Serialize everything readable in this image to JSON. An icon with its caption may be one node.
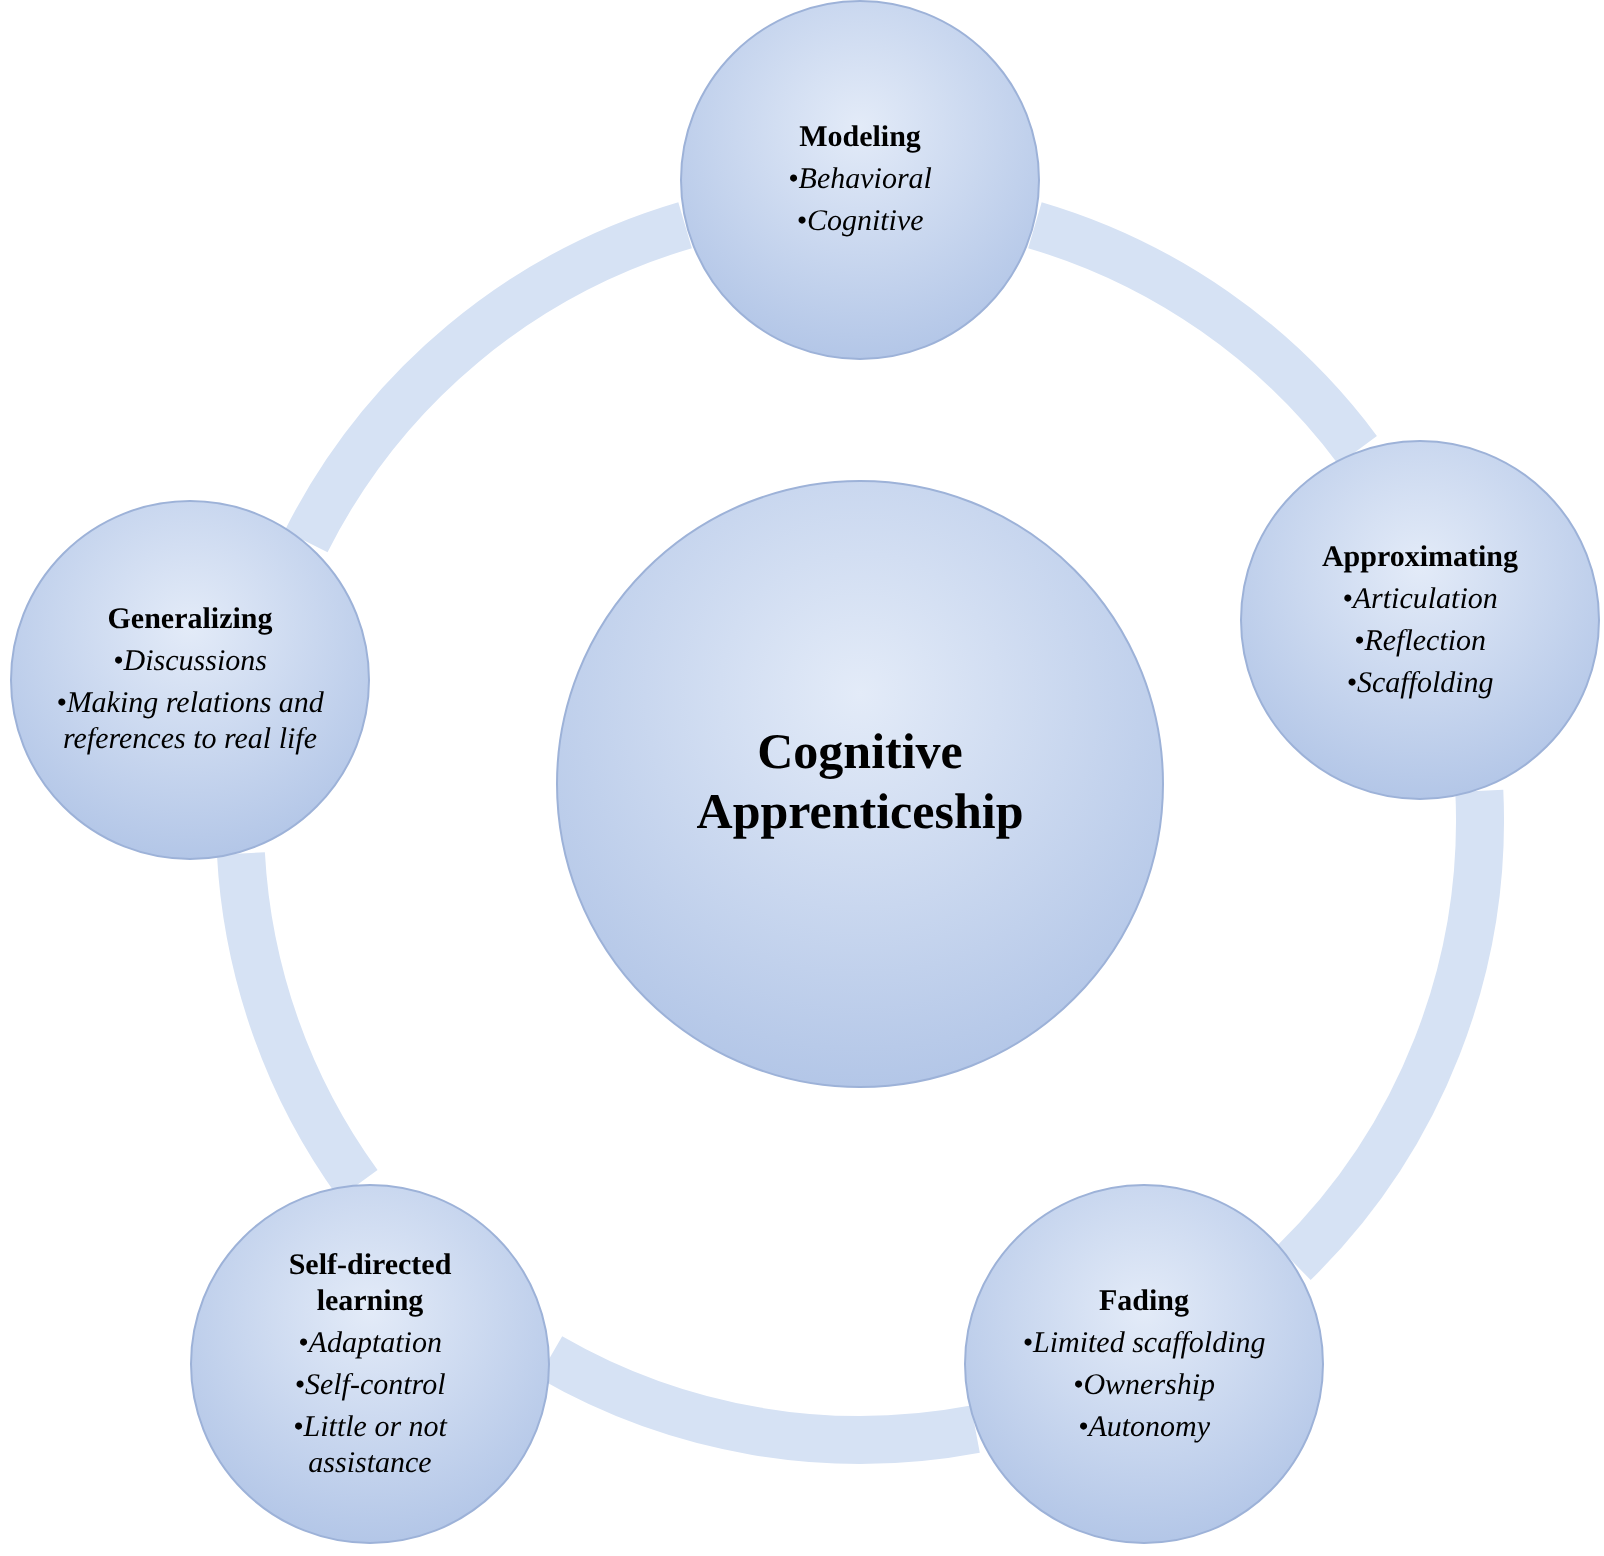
{
  "diagram": {
    "nodes": [
      {
        "text": [
          "Cognitive Apprenticeship"
        ]
      },
      {
        "text": [
          "Modeling",
          "•Behavioral",
          "•Cognitive"
        ]
      },
      {
        "text": [
          "Approximating",
          "•Articulation",
          "•Reflection",
          "•Scaffolding"
        ]
      },
      {
        "text": [
          "Fading",
          "•Limited scaffolding",
          "•Ownership",
          "•Autonomy"
        ]
      },
      {
        "text": [
          "Self-directed learning",
          "•Adaptation",
          "•Self-control",
          "•Little or not assistance"
        ]
      },
      {
        "text": [
          "Generalizing",
          "•Discussions",
          "•Making relations and references to real life"
        ]
      }
    ],
    "edges": [
      {
        "from": 1,
        "to": 2,
        "arrow": "none"
      },
      {
        "from": 2,
        "to": 3,
        "arrow": "none"
      },
      {
        "from": 3,
        "to": 4,
        "arrow": "none"
      },
      {
        "from": 4,
        "to": 5,
        "arrow": "none"
      },
      {
        "from": 5,
        "to": 1,
        "arrow": "none"
      }
    ]
  }
}
